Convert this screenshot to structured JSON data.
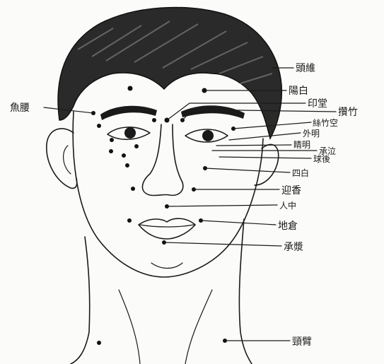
{
  "diagram": {
    "points": [
      {
        "id": "tou-wei",
        "label": "頭維"
      },
      {
        "id": "yang-bai",
        "label": "陽白"
      },
      {
        "id": "yin-tang",
        "label": "印堂"
      },
      {
        "id": "zan-zhu",
        "label": "攢竹"
      },
      {
        "id": "si-zhu-kong",
        "label": "絲竹空"
      },
      {
        "id": "wai-ming",
        "label": "外明"
      },
      {
        "id": "jing-ming",
        "label": "睛明"
      },
      {
        "id": "cheng-qi",
        "label": "承泣"
      },
      {
        "id": "qiu-hou",
        "label": "球後"
      },
      {
        "id": "si-bai",
        "label": "四白"
      },
      {
        "id": "ying-xiang",
        "label": "迎香"
      },
      {
        "id": "ren-zhong",
        "label": "人中"
      },
      {
        "id": "di-cang",
        "label": "地倉"
      },
      {
        "id": "cheng-jiang",
        "label": "承漿"
      },
      {
        "id": "jing-bi",
        "label": "頸臂"
      },
      {
        "id": "yu-yao",
        "label": "魚腰"
      }
    ]
  },
  "colors": {
    "ink": "#1a1a1a",
    "paper": "#fbfbf9"
  }
}
